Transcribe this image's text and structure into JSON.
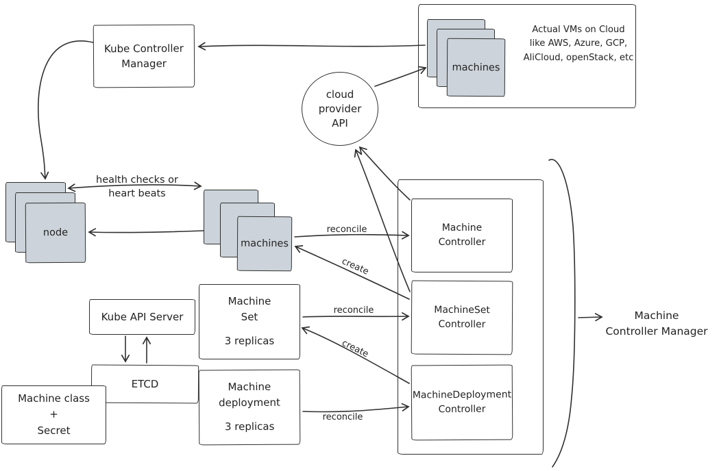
{
  "colors": {
    "stroke": "#2f2f2f",
    "square_fill": "#ccd3da",
    "background": "#ffffff"
  },
  "nodes": {
    "kube_controller_manager": "Kube Controller Manager",
    "cloud_vms_note_lines": [
      "Actual VMs on Cloud",
      "like AWS, Azure, GCP,",
      "AliCloud, openStack, etc"
    ],
    "cloud_machines": "machines",
    "cloud_provider_api": "cloud provider API",
    "node": "node",
    "machines": "machines",
    "machine_controller": "Machine Controller",
    "machineset_controller": "MachineSet Controller",
    "machinedeployment_controller": "MachineDeployment Controller",
    "kube_api_server": "Kube API Server",
    "etcd": "ETCD",
    "machine_class_secret_lines": [
      "Machine class",
      "+",
      "Secret"
    ],
    "machine_set": {
      "name_lines": [
        "Machine",
        "Set"
      ],
      "replicas": "3 replicas"
    },
    "machine_deployment": {
      "name_lines": [
        "Machine",
        "deployment"
      ],
      "replicas": "3 replicas"
    },
    "machine_controller_manager_lines": [
      "Machine",
      "Controller Manager"
    ]
  },
  "edges": {
    "health_checks_lines": [
      "health checks or",
      "heart beats"
    ],
    "reconcile_machine": "reconcile",
    "create_machine": "create",
    "reconcile_machineset": "reconcile",
    "create_machineset": "create",
    "reconcile_machinedeployment": "reconcile"
  }
}
